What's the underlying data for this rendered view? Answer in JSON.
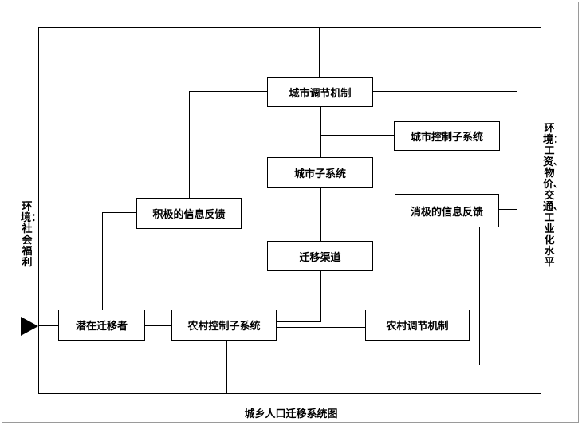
{
  "diagram": {
    "caption": "城乡人口迁移系统图",
    "nodes": {
      "city_regulation": "城市调节机制",
      "city_control": "城市控制子系统",
      "city_subsystem": "城市子系统",
      "positive_feedback": "积极的信息反馈",
      "negative_feedback": "消极的信息反馈",
      "migration_channel": "迁移渠道",
      "potential_migrants": "潜在迁移者",
      "rural_control": "农村控制子系统",
      "rural_regulation": "农村调节机制"
    },
    "left_label": "环境：社会福利",
    "right_label": "环境：工资、物价、交通、工业化水平"
  }
}
